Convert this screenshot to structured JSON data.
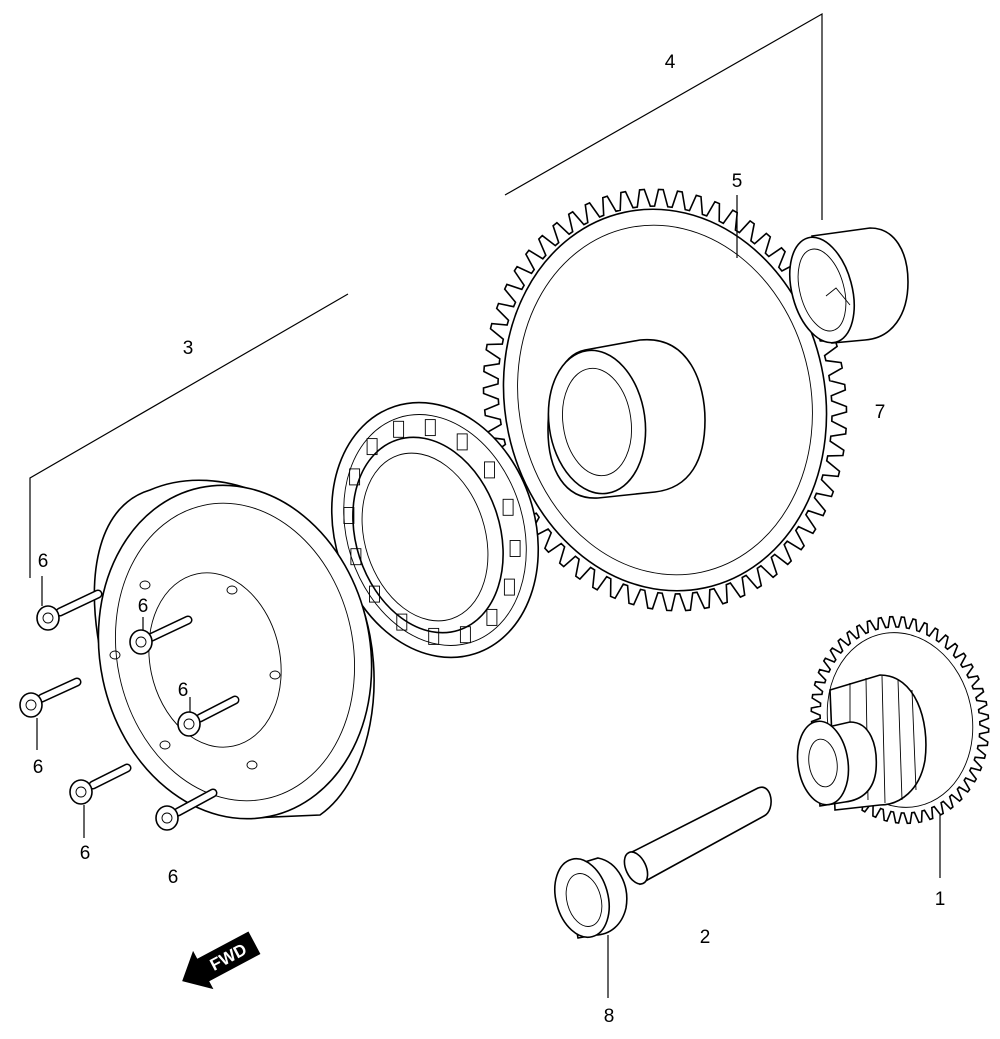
{
  "callouts": {
    "c1": "1",
    "c2": "2",
    "c3": "3",
    "c4": "4",
    "c5": "5",
    "c6a": "6",
    "c6b": "6",
    "c6c": "6",
    "c6d": "6",
    "c6e": "6",
    "c6f": "6",
    "c7": "7",
    "c8": "8"
  },
  "direction_marker": {
    "label": "FWD"
  },
  "colors": {
    "line": "#000000",
    "background": "#ffffff"
  }
}
